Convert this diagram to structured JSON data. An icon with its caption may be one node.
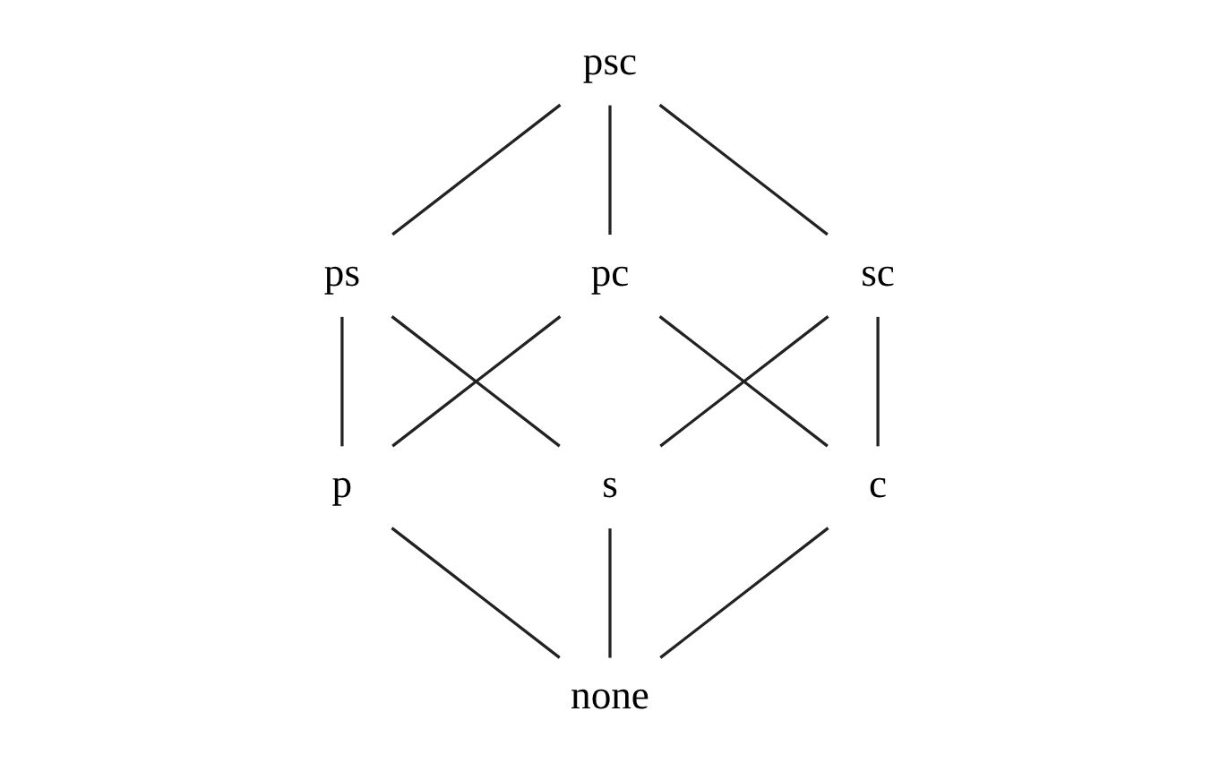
{
  "diagram": {
    "nodes": [
      {
        "text": [
          "psc"
        ]
      },
      {
        "text": [
          "pc"
        ]
      },
      {
        "text": [
          "ps"
        ]
      },
      {
        "text": [
          "sc"
        ]
      },
      {
        "text": [
          "p"
        ]
      },
      {
        "text": [
          "s"
        ]
      },
      {
        "text": [
          "c"
        ]
      },
      {
        "text": [
          "none"
        ]
      }
    ],
    "edges": [
      {
        "from": 0,
        "to": 1,
        "arrow": "none"
      },
      {
        "from": 0,
        "to": 2,
        "arrow": "none"
      },
      {
        "from": 0,
        "to": 3,
        "arrow": "none"
      },
      {
        "from": 1,
        "to": 4,
        "arrow": "none"
      },
      {
        "from": 1,
        "to": 6,
        "arrow": "none"
      },
      {
        "from": 2,
        "to": 4,
        "arrow": "none"
      },
      {
        "from": 2,
        "to": 5,
        "arrow": "none"
      },
      {
        "from": 3,
        "to": 5,
        "arrow": "none"
      },
      {
        "from": 3,
        "to": 6,
        "arrow": "none"
      },
      {
        "from": 4,
        "to": 7,
        "arrow": "none"
      },
      {
        "from": 5,
        "to": 7,
        "arrow": "none"
      },
      {
        "from": 6,
        "to": 7,
        "arrow": "none"
      }
    ]
  }
}
